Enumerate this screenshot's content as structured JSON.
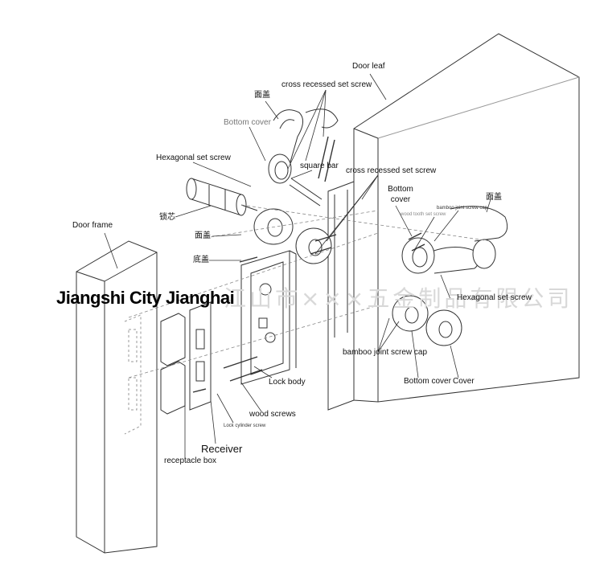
{
  "watermark": {
    "company_en": "Jiangshi City Jianghai",
    "company_cn": "江山市×××五金制品有限公司"
  },
  "labels": {
    "door_leaf": "Door leaf",
    "cross_recessed_set_screw_top": "cross recessed set screw",
    "face_cover_cn_top": "面盖",
    "bottom_cover_top": "Bottom cover",
    "hexagonal_set_screw_left": "Hexagonal set screw",
    "square_bar": "square bar",
    "cross_recessed_set_screw_mid": "cross recessed set screw",
    "bottom_cover_right": "Bottom cover",
    "bamboo_joint_screw_cap_small": "bamboo joint screw cap",
    "wood_tooth_set_screw": "wood tooth set screw",
    "face_cover_cn_right": "面盖",
    "lock_cylinder_cn": "锁芯",
    "face_cover_cn_mid": "面盖",
    "base_plate_cn": "底盖",
    "door_frame": "Door frame",
    "hexagonal_set_screw_right": "Hexagonal set screw",
    "bamboo_joint_screw_cap": "bamboo joint screw cap",
    "lock_body": "Lock body",
    "bottom_cover_bottom": "Bottom cover",
    "cover": "Cover",
    "wood_screws": "wood screws",
    "lock_cylinder_screw": "Lock cylinder screw",
    "receiver": "Receiver",
    "receptacle_box": "receptacle box"
  },
  "colors": {
    "line": "#333333",
    "dash": "#888888",
    "watermark_grey": "#d8d8d8"
  }
}
